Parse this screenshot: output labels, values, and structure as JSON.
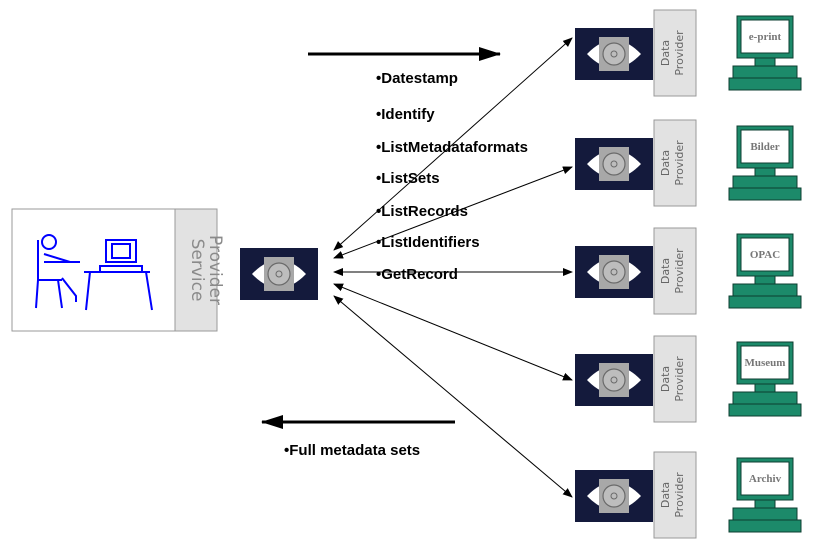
{
  "service_provider": {
    "label_line1": "Service",
    "label_line2": "Provider"
  },
  "verbs": [
    "•Datestamp",
    "•Identify",
    "•ListMetadataformats",
    "•ListSets",
    "•ListRecords",
    "•ListIdentifiers",
    "•GetRecord"
  ],
  "response_label": "•Full metadata sets",
  "data_providers": [
    {
      "label_line1": "Data",
      "label_line2": "Provider",
      "screen_text": "e-print"
    },
    {
      "label_line1": "Data",
      "label_line2": "Provider",
      "screen_text": "Bilder"
    },
    {
      "label_line1": "Data",
      "label_line2": "Provider",
      "screen_text": "OPAC"
    },
    {
      "label_line1": "Data",
      "label_line2": "Provider",
      "screen_text": "Museum"
    },
    {
      "label_line1": "Data",
      "label_line2": "Provider",
      "screen_text": "Archiv"
    }
  ],
  "colors": {
    "arrow": "#000000",
    "person_and_desk": "#0000ff",
    "label_box": "#e2e2e2",
    "node_box": "#141a3c",
    "node_core": "#a8a8a8",
    "terminal": "#1c8a6a"
  }
}
